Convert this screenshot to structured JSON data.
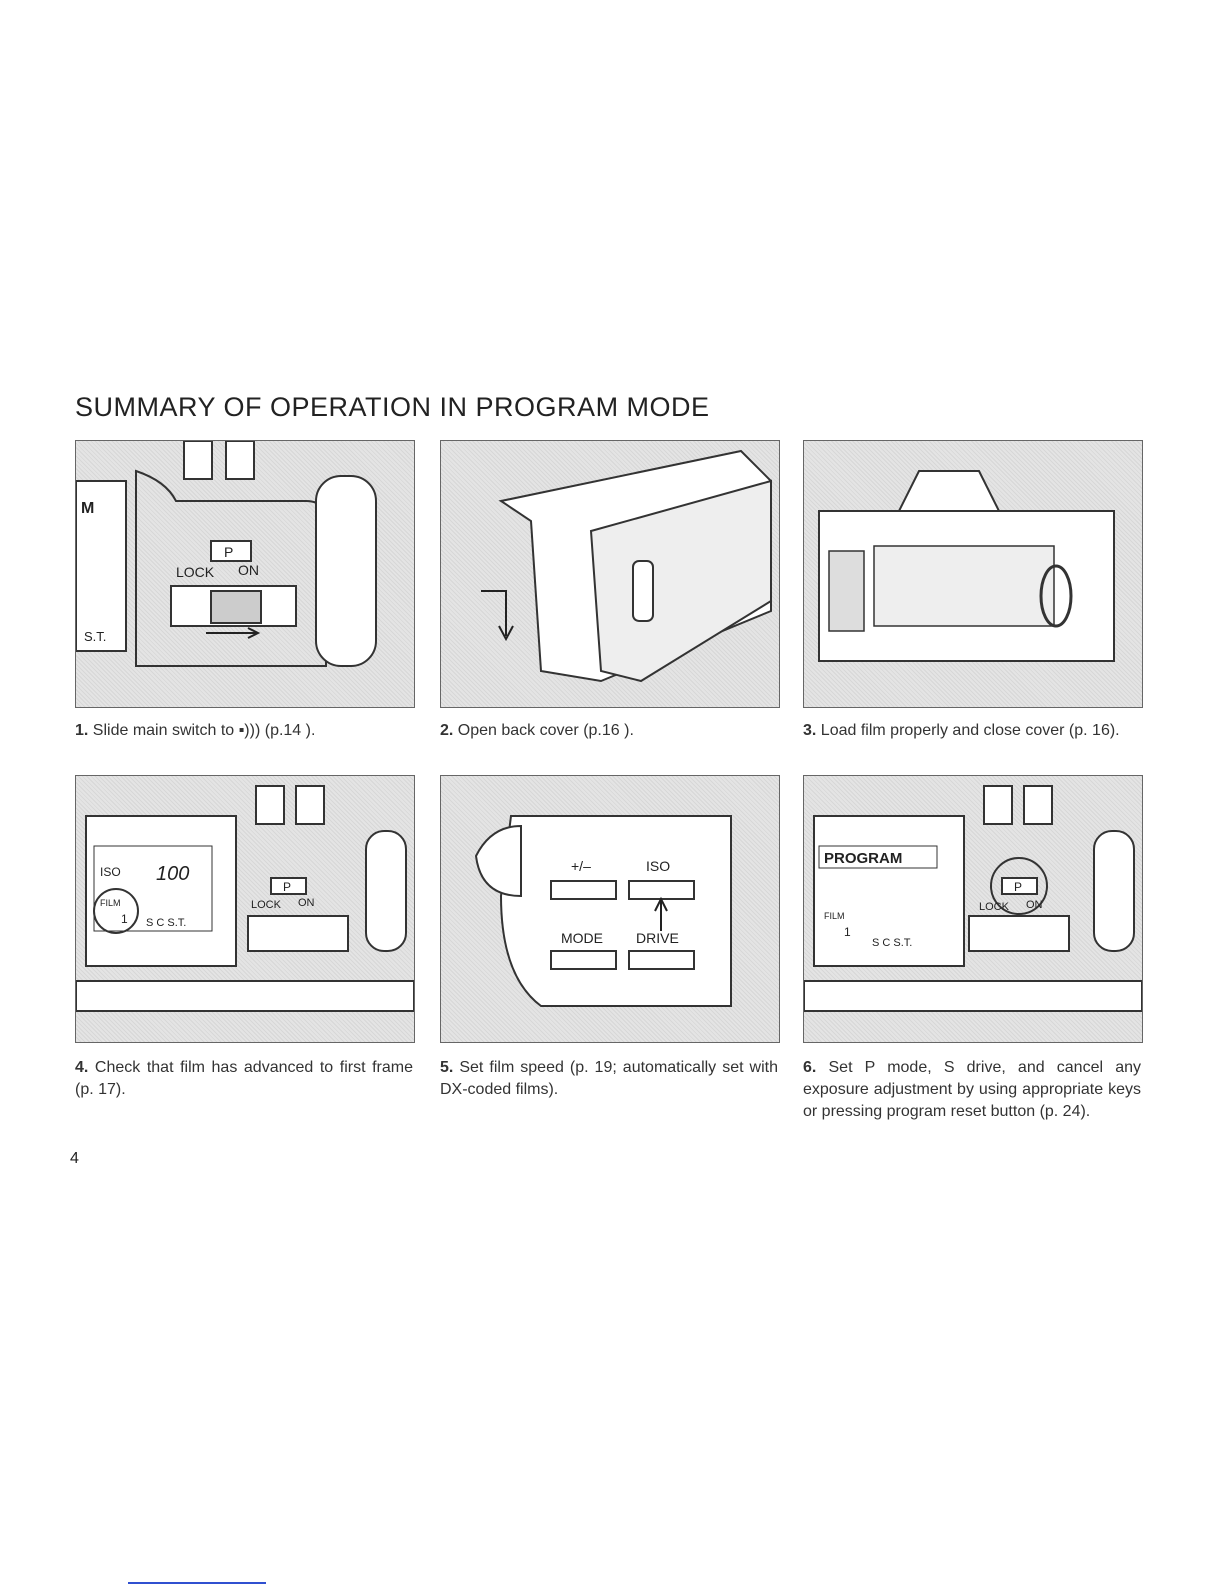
{
  "title": "SUMMARY OF OPERATION IN PROGRAM MODE",
  "page_number": "4",
  "steps": [
    {
      "num": "1.",
      "text": "Slide main switch to ▪))) (p.14 ).",
      "labels": {
        "m": "M",
        "st": "S.T.",
        "p": "P",
        "lock": "LOCK",
        "on": "ON"
      }
    },
    {
      "num": "2.",
      "text": "Open back cover (p.16 )."
    },
    {
      "num": "3.",
      "text": "Load film properly and close cover (p. 16)."
    },
    {
      "num": "4.",
      "text": "Check that film has advanced to first frame (p. 17).",
      "labels": {
        "iso": "ISO",
        "iso_value": "100",
        "film": "FILM",
        "frame": "1",
        "drive": "S C S.T.",
        "p": "P",
        "lock": "LOCK",
        "on": "ON"
      }
    },
    {
      "num": "5.",
      "text": "Set film speed (p. 19; automatically set with DX-coded films).",
      "labels": {
        "plusminus": "+/–",
        "iso": "ISO",
        "mode": "MODE",
        "drive": "DRIVE"
      }
    },
    {
      "num": "6.",
      "text": "Set P mode, S drive, and cancel any exposure adjustment by using appropriate keys or pressing program reset button (p. 24).",
      "labels": {
        "program": "PROGRAM",
        "film": "FILM",
        "frame": "1",
        "drive": "S C S.T.",
        "p": "P",
        "lock": "LOCK",
        "on": "ON"
      }
    }
  ]
}
